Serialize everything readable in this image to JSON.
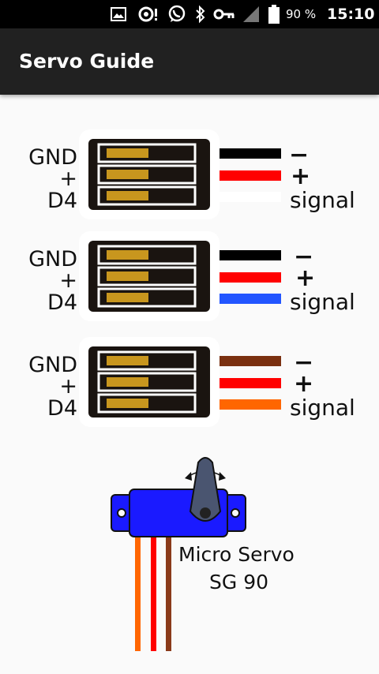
{
  "status_bar": {
    "battery_percent": "90 %",
    "time": "15:10",
    "icons": [
      "image-icon",
      "sync-icon",
      "whatsapp-icon",
      "bluetooth-icon",
      "vpn-key-icon",
      "signal-icon",
      "battery-icon"
    ]
  },
  "app_bar": {
    "title": "Servo Guide"
  },
  "connectors": [
    {
      "pins": [
        "GND",
        "+",
        "D4"
      ],
      "symbols": [
        "−",
        "+",
        "signal"
      ],
      "wire_colors": [
        "#000000",
        "#ff0000",
        "#ffffff"
      ]
    },
    {
      "pins": [
        "GND",
        "+",
        "D4"
      ],
      "symbols": [
        "−",
        "+",
        "signal"
      ],
      "wire_colors": [
        "#000000",
        "#ff0000",
        "#2255ff"
      ]
    },
    {
      "pins": [
        "GND",
        "+",
        "D4"
      ],
      "symbols": [
        "−",
        "+",
        "signal"
      ],
      "wire_colors": [
        "#7a3010",
        "#ff0000",
        "#ff6600"
      ]
    }
  ],
  "servo": {
    "label_line1": "Micro Servo",
    "label_line2": "SG 90",
    "body_color": "#1a1aff",
    "horn_color": "#4a5570",
    "lead_colors": [
      "#ff6600",
      "#ff0000",
      "#8a3a1a"
    ]
  }
}
